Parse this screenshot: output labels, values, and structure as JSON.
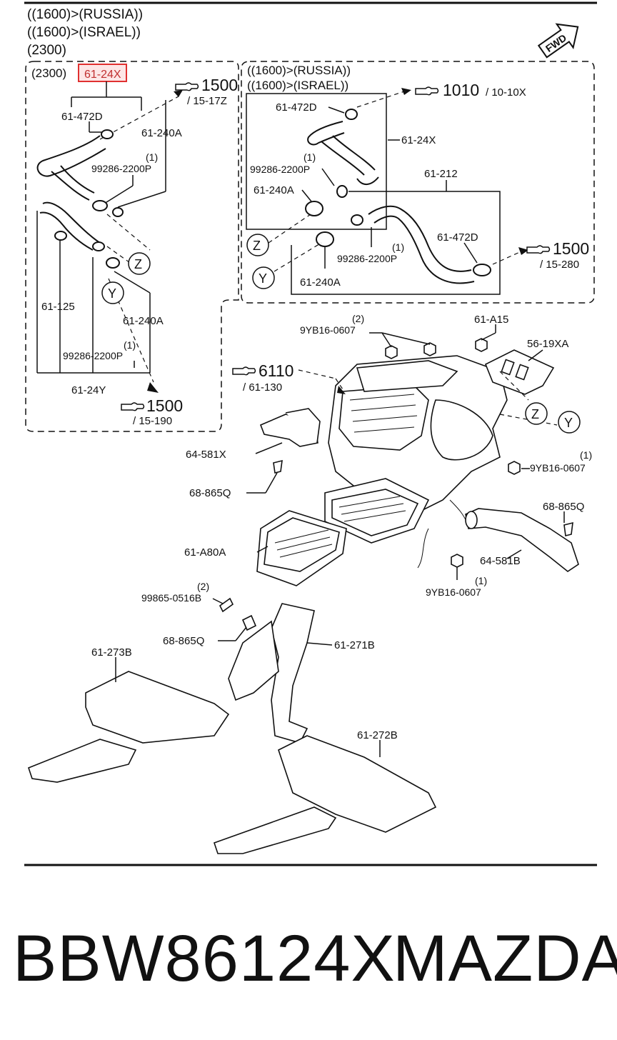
{
  "header": {
    "line1": "((1600)>(RUSSIA))",
    "line2": "((1600)>(ISRAEL))",
    "line3": "(2300)"
  },
  "fwd_label": "FWD",
  "left_box": {
    "title": "(2300)",
    "highlight": "61-24X",
    "labels": {
      "hose_clamp_upper": "61-472D",
      "clamp_top": "61-240A",
      "qty_a": "(1)",
      "bolt_a": "99286-2200P",
      "pipe_lower": "61-125",
      "clamp_bottom": "61-240A",
      "qty_b": "(1)",
      "bolt_b": "99286-2200P",
      "hose_lower": "61-24Y",
      "marker_z": "Z",
      "marker_y": "Y"
    },
    "ref_top": {
      "num": "1500",
      "sub": "/ 15-17Z"
    },
    "ref_bottom": {
      "num": "1500",
      "sub": "/ 15-190"
    }
  },
  "right_box": {
    "title1": "((1600)>(RUSSIA))",
    "title2": "((1600)>(ISRAEL))",
    "labels": {
      "clamp_upper": "61-472D",
      "hose_upper": "61-24X",
      "qty_a": "(1)",
      "bolt_a": "99286-2200P",
      "clamp_a": "61-240A",
      "hose_lower": "61-212",
      "clamp_lower": "61-472D",
      "qty_b": "(1)",
      "bolt_b": "99286-2200P",
      "clamp_b": "61-240A",
      "marker_z": "Z",
      "marker_y": "Y"
    },
    "ref_top": {
      "num": "1010",
      "sub": "/ 10-10X"
    },
    "ref_right": {
      "num": "1500",
      "sub": "/ 15-280"
    }
  },
  "main": {
    "labels": {
      "qty_nut_top": "(2)",
      "nut_top": "9YB16-0607",
      "nut_a15": "61-A15",
      "bracket": "56-19XA",
      "ref_unit_num": "6110",
      "ref_unit_sub": "/ 61-130",
      "duct_left": "64-581X",
      "clip_left": "68-865Q",
      "qty_nut_right": "(1)",
      "nut_right": "9YB16-0607",
      "clip_right": "68-865Q",
      "duct_right": "64-581B",
      "qty_nut_bottom": "(1)",
      "nut_bottom": "9YB16-0607",
      "case": "61-A80A",
      "qty_screw": "(2)",
      "screw": "99865-0516B",
      "clip_mid": "68-865Q",
      "duct_271": "61-271B",
      "duct_273": "61-273B",
      "duct_272": "61-272B",
      "marker_z": "Z",
      "marker_y": "Y"
    }
  },
  "footer": {
    "part_number": "BBW86124X",
    "brand": "MAZDA"
  }
}
